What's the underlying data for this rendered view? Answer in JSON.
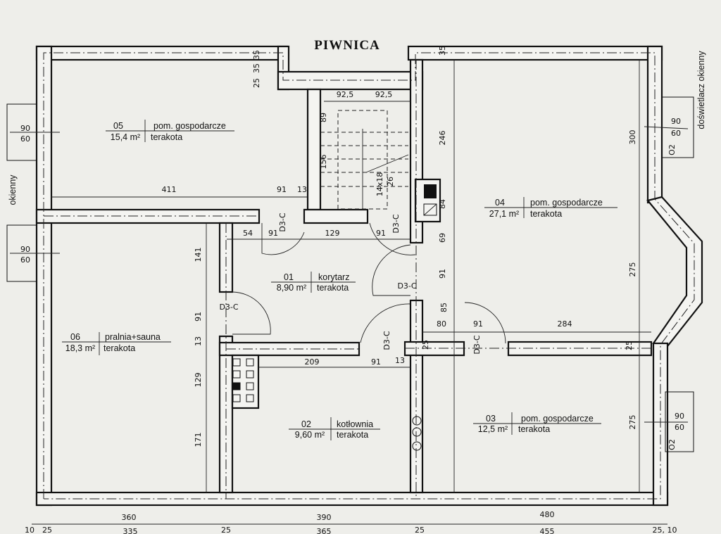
{
  "title": "PIWNICA",
  "rooms": [
    {
      "number": "05",
      "area": "15,4 m²",
      "name": "pom. gospodarcze",
      "floor": "terakota"
    },
    {
      "number": "04",
      "area": "27,1 m²",
      "name": "pom. gospodarcze",
      "floor": "terakota"
    },
    {
      "number": "01",
      "area": "8,90 m²",
      "name": "korytarz",
      "floor": "terakota"
    },
    {
      "number": "06",
      "area": "18,3 m²",
      "name": "pralnia+sauna",
      "floor": "terakota"
    },
    {
      "number": "02",
      "area": "9,60 m²",
      "name": "kotłownia",
      "floor": "terakota"
    },
    {
      "number": "03",
      "area": "12,5 m²",
      "name": "pom. gospodarcze",
      "floor": "terakota"
    }
  ],
  "doors": [
    "D3-C",
    "D3-C",
    "D3-C",
    "D3-C",
    "D3-C",
    "D3-C"
  ],
  "windows": [
    {
      "width": "90",
      "height": "60"
    },
    {
      "width": "90",
      "height": "60"
    },
    {
      "width": "90",
      "height": "60",
      "code": "O2"
    },
    {
      "width": "90",
      "height": "60",
      "code": "O2"
    }
  ],
  "window_notes": {
    "right": "doświetlacz okienny",
    "left": "okienny"
  },
  "dimensions": [
    "35",
    "35",
    "25",
    "35",
    "92,5",
    "92,5",
    "89",
    "156",
    "14x18",
    "26",
    "246",
    "84",
    "69",
    "91",
    "85",
    "300",
    "275",
    "275",
    "411",
    "91",
    "13",
    "54",
    "91",
    "129",
    "91",
    "141",
    "91",
    "13",
    "129",
    "171",
    "209",
    "91",
    "13",
    "80",
    "91",
    "284",
    "25",
    "25",
    "360",
    "390",
    "480",
    "10",
    "25",
    "335",
    "25",
    "365",
    "25",
    "455",
    "25, 10"
  ]
}
